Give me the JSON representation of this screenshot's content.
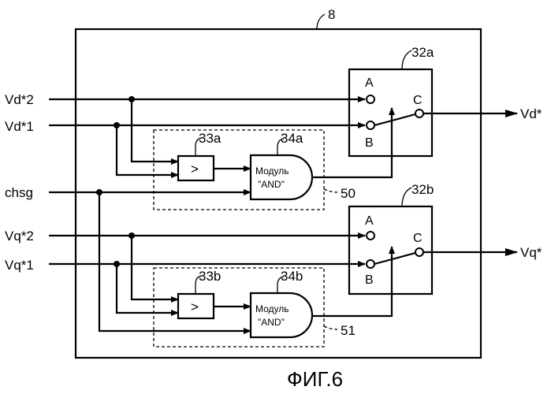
{
  "block_ref": "8",
  "caption": "ФИГ.6",
  "inputs": {
    "vd2": "Vd*2",
    "vd1": "Vd*1",
    "chsg": "chsg",
    "vq2": "Vq*2",
    "vq1": "Vq*1"
  },
  "outputs": {
    "vd": "Vd*",
    "vq": "Vq*"
  },
  "top": {
    "switch_ref": "32a",
    "comparator_ref": "33a",
    "gate_ref": "34a",
    "group_ref": "50",
    "port_a": "A",
    "port_b": "B",
    "port_c": "C",
    "comparator_symbol": ">",
    "gate_line1": "Модуль",
    "gate_line2": "\"AND\""
  },
  "bottom": {
    "switch_ref": "32b",
    "comparator_ref": "33b",
    "gate_ref": "34b",
    "group_ref": "51",
    "port_a": "A",
    "port_b": "B",
    "port_c": "C",
    "comparator_symbol": ">",
    "gate_line1": "Модуль",
    "gate_line2": "\"AND\""
  }
}
